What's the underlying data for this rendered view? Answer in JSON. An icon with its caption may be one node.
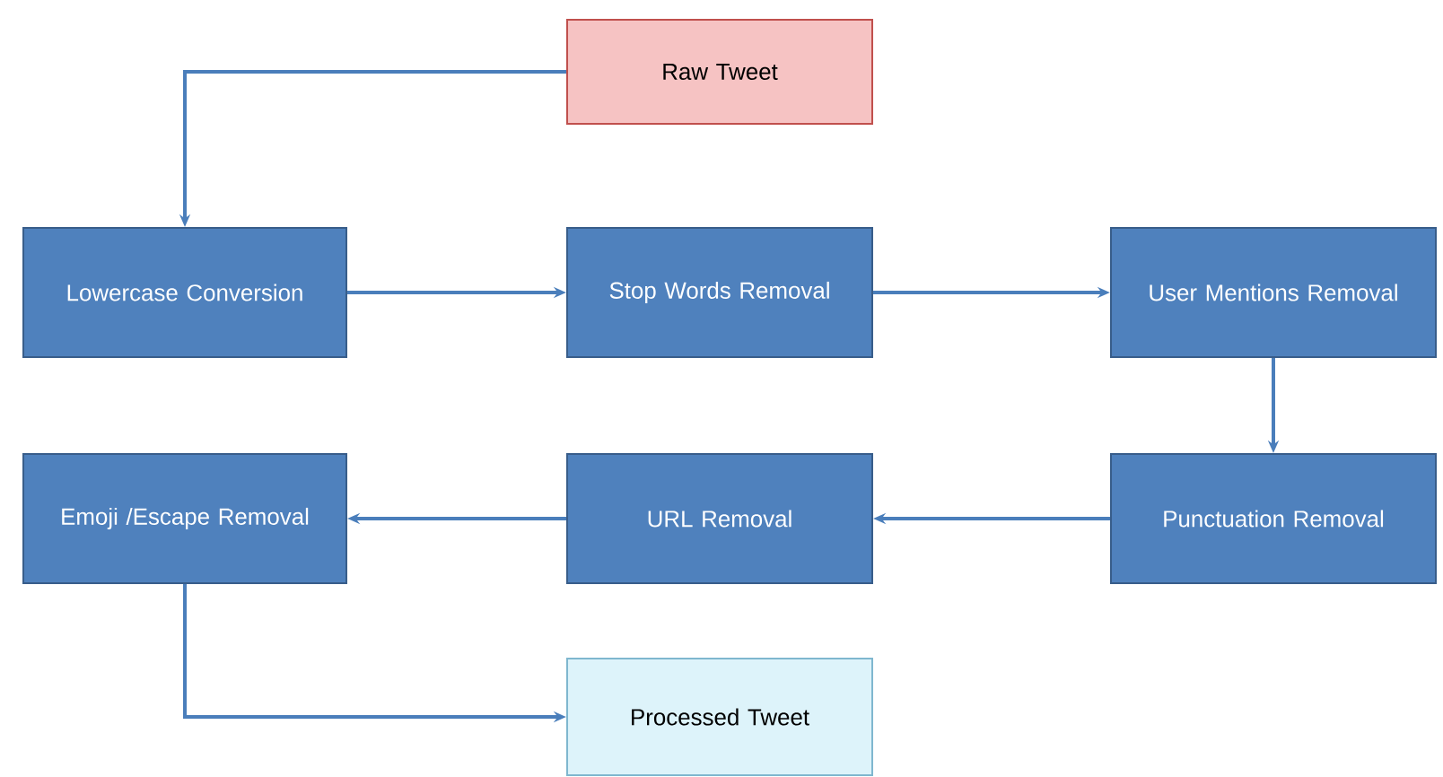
{
  "diagram": {
    "nodes": [
      {
        "text": [
          "Raw Tweet"
        ]
      },
      {
        "text": [
          "Lowercase Conversion"
        ]
      },
      {
        "text": [
          "Stop Words Removal"
        ]
      },
      {
        "text": [
          "User Mentions Removal"
        ]
      },
      {
        "text": [
          "Emoji /Escape Removal"
        ]
      },
      {
        "text": [
          "URL Removal"
        ]
      },
      {
        "text": [
          "Punctuation Removal"
        ]
      },
      {
        "text": [
          "Processed Tweet"
        ]
      }
    ],
    "edges": [
      {
        "from": 0,
        "to": 1,
        "arrow": "to"
      },
      {
        "from": 1,
        "to": 2,
        "arrow": "to"
      },
      {
        "from": 2,
        "to": 3,
        "arrow": "to"
      },
      {
        "from": 3,
        "to": 6,
        "arrow": "to"
      },
      {
        "from": 6,
        "to": 5,
        "arrow": "to"
      },
      {
        "from": 5,
        "to": 4,
        "arrow": "to"
      },
      {
        "from": 4,
        "to": 7,
        "arrow": "to"
      }
    ]
  }
}
